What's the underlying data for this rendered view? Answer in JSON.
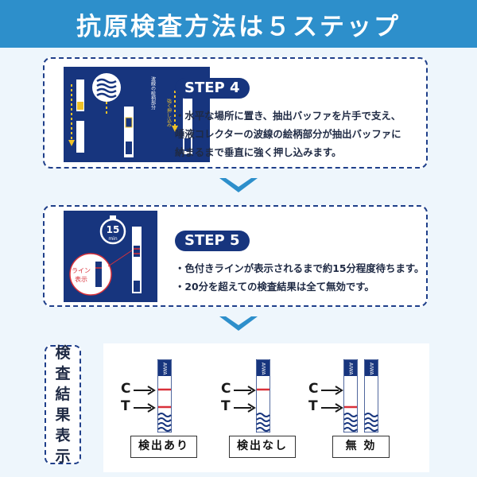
{
  "header": {
    "title": "抗原検査方法は５ステップ"
  },
  "colors": {
    "header_bg": "#2d8fcb",
    "navy": "#17357e",
    "result_line": "#d9313a"
  },
  "step4": {
    "badge": "STEP 4",
    "lines": [
      "・水平な場所に置き、抽出バッファを片手で支え、",
      "唾液コレクターの波線の絵柄部分が抽出バッファに",
      "納まるまで垂直に強く押し込みます。"
    ],
    "image_labels": {
      "wave_area": "波線の絵柄部分",
      "push_in": "強く押し込み"
    }
  },
  "step5": {
    "badge": "STEP 5",
    "lines": [
      "・色付きラインが表示されるまで約15分程度待ちます。",
      "・20分を超えての検査結果は全て無効です。"
    ],
    "timer": {
      "value": "15",
      "unit": "min"
    },
    "line_callout": [
      "ライン",
      "表示"
    ]
  },
  "results": {
    "label_chars": [
      "検",
      "査",
      "結",
      "果",
      "表",
      "示"
    ],
    "c_label": "C",
    "t_label": "T",
    "strip_brand": "AIWA",
    "items": [
      {
        "caption": "検出あり"
      },
      {
        "caption": "検出なし"
      },
      {
        "caption": "無 効"
      }
    ]
  }
}
